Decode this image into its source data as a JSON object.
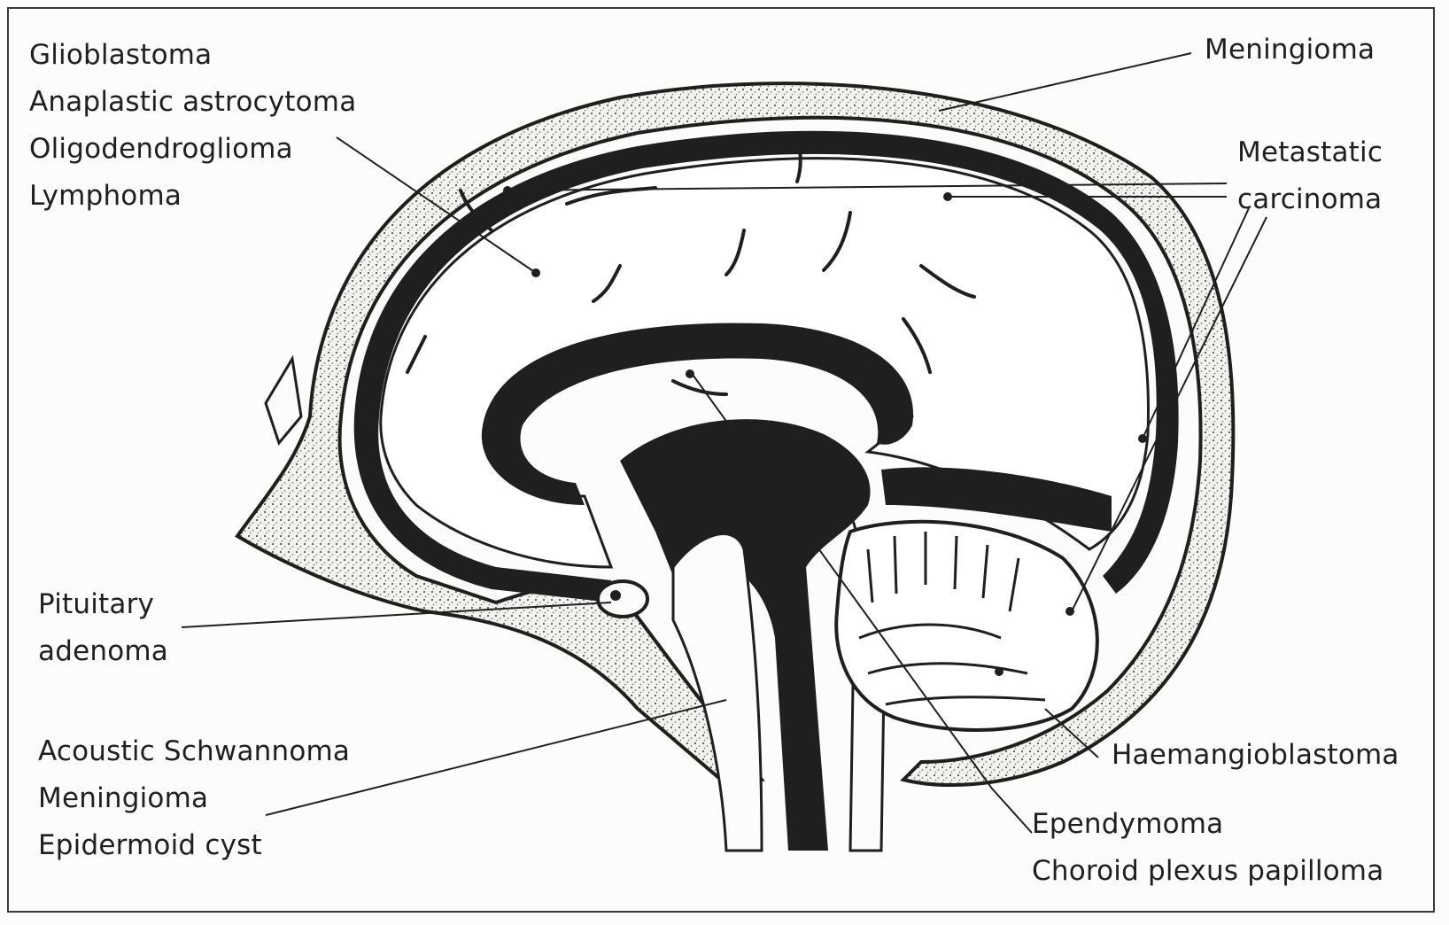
{
  "labels": {
    "cerebral_group": [
      "Glioblastoma",
      "Anaplastic astrocytoma",
      "Oligodendroglioma",
      "Lymphoma"
    ],
    "meningioma_top": "Meningioma",
    "metastatic": [
      "Metastatic",
      "carcinoma"
    ],
    "pituitary": [
      "Pituitary",
      "adenoma"
    ],
    "cpa_group": [
      "Acoustic Schwannoma",
      "Meningioma",
      "Epidermoid cyst"
    ],
    "haemangioblastoma": "Haemangioblastoma",
    "fourth_ventricle_group": [
      "Ependymoma",
      "Choroid plexus papilloma"
    ]
  },
  "colors": {
    "ink": "#1f1f1f",
    "paper": "#fcfcfa",
    "bone_stipple": "#8a8a8a"
  }
}
